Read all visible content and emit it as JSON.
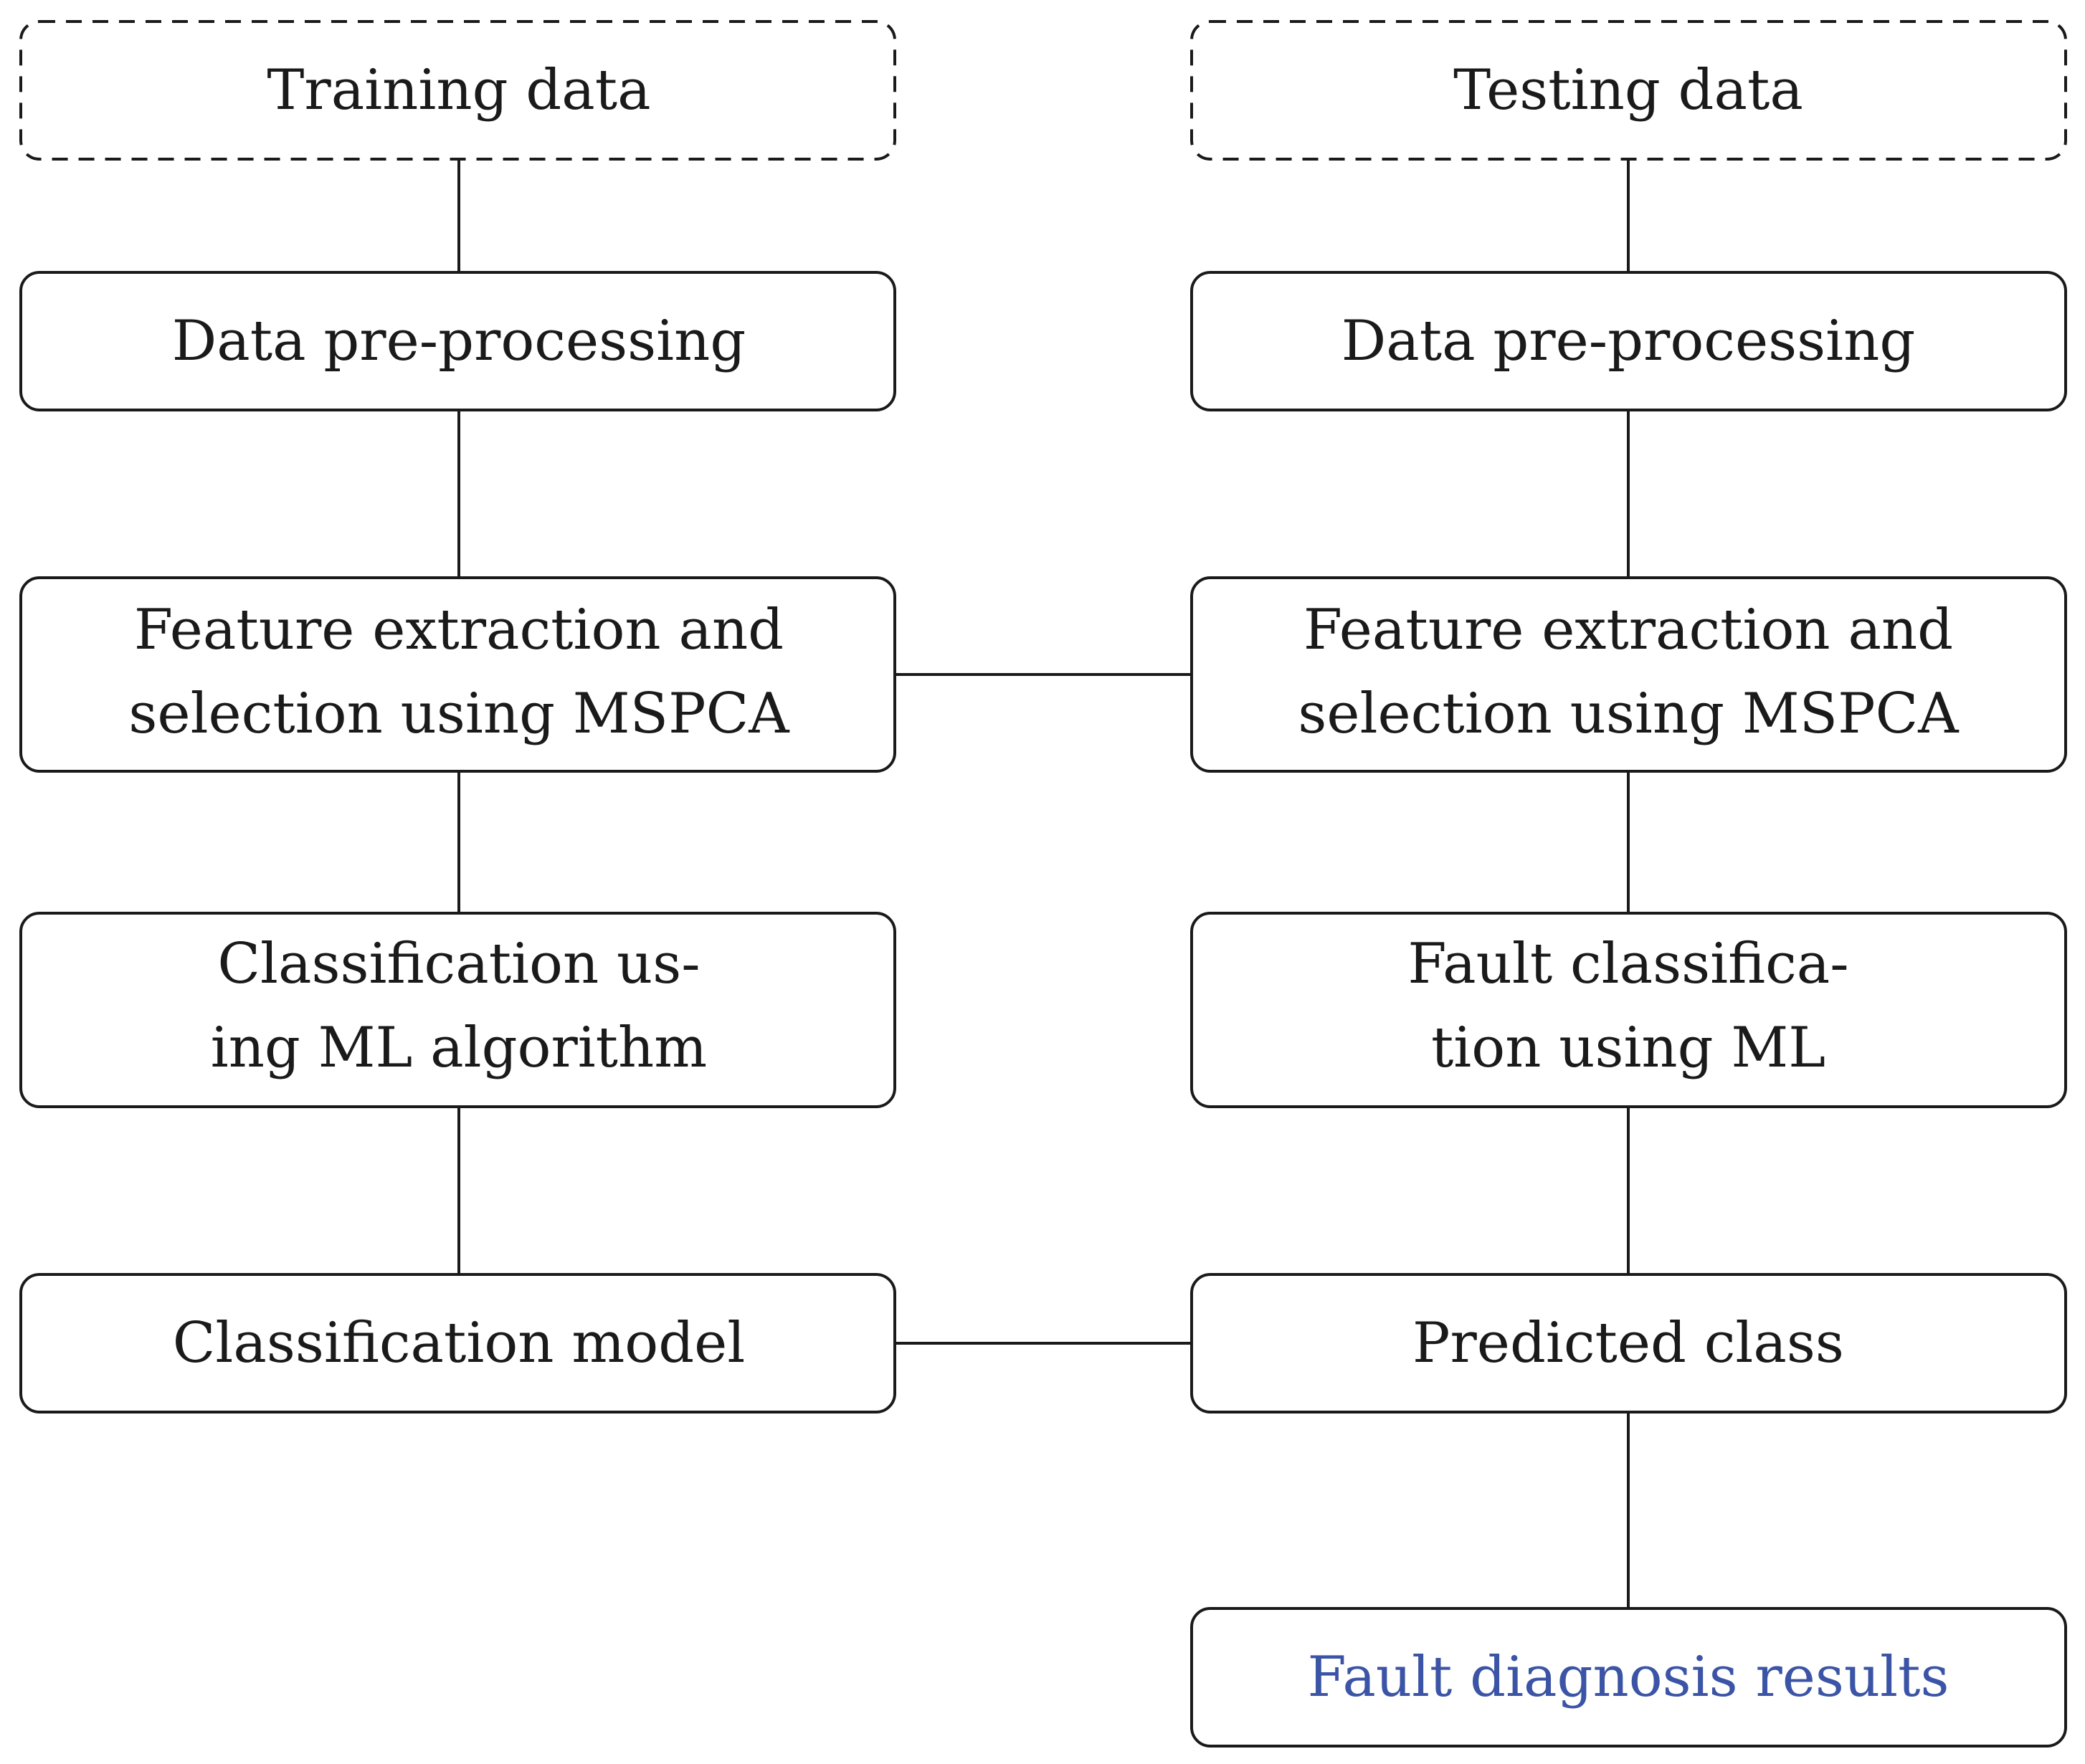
{
  "colors": {
    "line": "#1a1a1a",
    "accent_text": "#3b54a5",
    "background": "#ffffff"
  },
  "training": {
    "input": "Training data",
    "preprocess": "Data pre-processing",
    "feature": [
      "Feature extraction and",
      "selection using MSPCA"
    ],
    "classify": [
      "Classification us-",
      "ing ML algorithm"
    ],
    "model": "Classification model"
  },
  "testing": {
    "input": "Testing data",
    "preprocess": "Data pre-processing",
    "feature": [
      "Feature extraction and",
      "selection using MSPCA"
    ],
    "classify": [
      "Fault classifica-",
      "tion using ML"
    ],
    "predicted": "Predicted class",
    "results": "Fault diagnosis results"
  }
}
